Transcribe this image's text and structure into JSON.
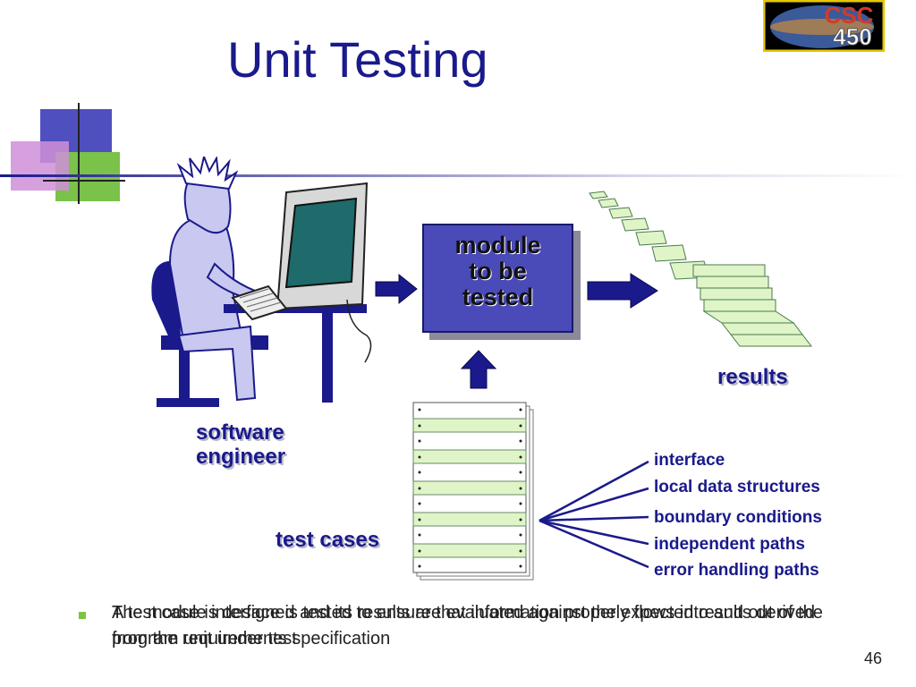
{
  "slide": {
    "title": "Unit Testing",
    "logo_text": "CSC 450",
    "page_number": "46"
  },
  "diagram": {
    "engineer_label_1": "software",
    "engineer_label_2": "engineer",
    "module_line_1": "module",
    "module_line_2": "to be",
    "module_line_3": "tested",
    "results_label": "results",
    "test_cases_label": "test cases",
    "test_items": [
      "interface",
      "local data structures",
      "boundary conditions",
      "independent paths",
      "error handling paths"
    ]
  },
  "bullet": {
    "text": "The module interface is tested to ensure that information properly flows into and out of the program unit under test",
    "overlap_text": "A test case is designed and its results are evaluated against the expected results derived from the requirements specification"
  },
  "colors": {
    "title": "#1a1a8c",
    "module_box": "#4a4ab8",
    "bullet_marker": "#7cc444"
  }
}
